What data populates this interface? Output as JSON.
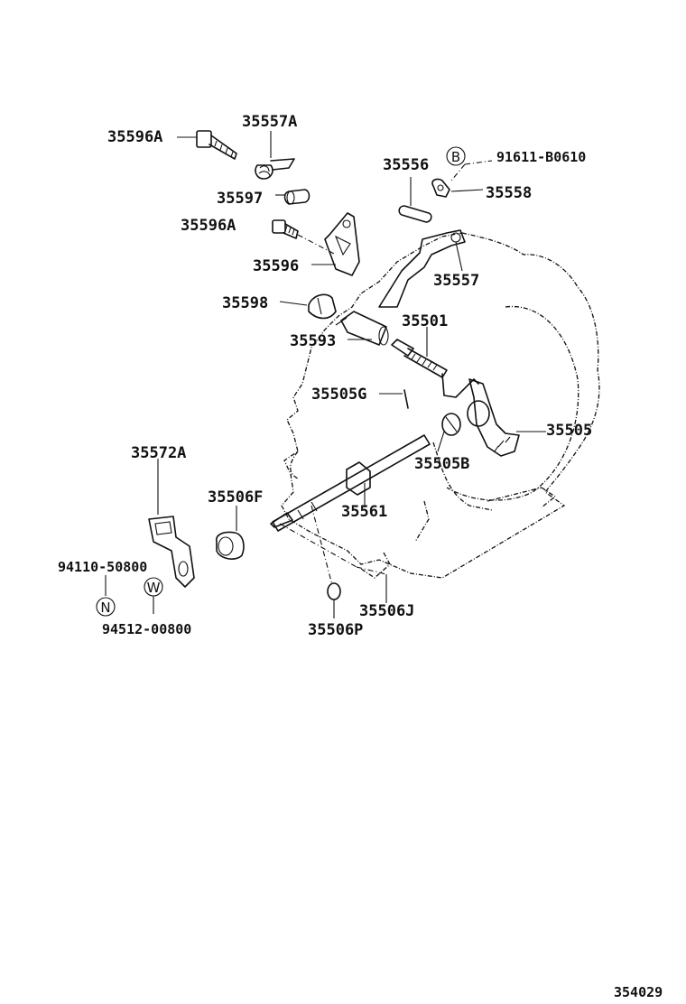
{
  "diagram": {
    "part_labels": [
      {
        "id": "l1",
        "text": "35596A"
      },
      {
        "id": "l2",
        "text": "35557A"
      },
      {
        "id": "l3",
        "text": "35597"
      },
      {
        "id": "l4",
        "text": "35596A"
      },
      {
        "id": "l5",
        "text": "35596"
      },
      {
        "id": "l6",
        "text": "35598"
      },
      {
        "id": "l7",
        "text": "35593"
      },
      {
        "id": "l8",
        "text": "35556"
      },
      {
        "id": "l9",
        "text": "91611-B0610"
      },
      {
        "id": "l10",
        "text": "35558"
      },
      {
        "id": "l11",
        "text": "35557"
      },
      {
        "id": "l12",
        "text": "35501"
      },
      {
        "id": "l13",
        "text": "35505G"
      },
      {
        "id": "l14",
        "text": "35505"
      },
      {
        "id": "l15",
        "text": "35505B"
      },
      {
        "id": "l16",
        "text": "35561"
      },
      {
        "id": "l17",
        "text": "35572A"
      },
      {
        "id": "l18",
        "text": "35506F"
      },
      {
        "id": "l19",
        "text": "94110-50800"
      },
      {
        "id": "l20",
        "text": "94512-00800"
      },
      {
        "id": "l21",
        "text": "35506J"
      },
      {
        "id": "l22",
        "text": "35506P"
      }
    ],
    "callout_letters": {
      "b": "B",
      "n": "N",
      "w": "W"
    },
    "figure_number": "354029"
  }
}
